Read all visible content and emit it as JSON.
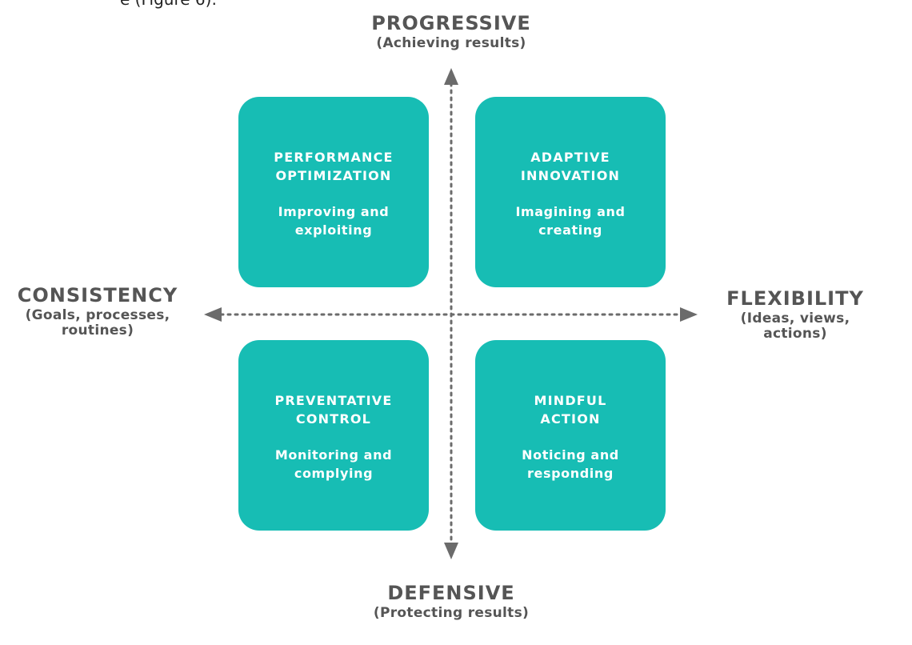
{
  "cropped_text": "e (Figure 6):",
  "axes": {
    "top": {
      "title": "PROGRESSIVE",
      "subtitle": "(Achieving results)"
    },
    "bottom": {
      "title": "DEFENSIVE",
      "subtitle": "(Protecting results)"
    },
    "left": {
      "title": "CONSISTENCY",
      "subtitle": "(Goals, processes,\nroutines)"
    },
    "right": {
      "title": "FLEXIBILITY",
      "subtitle": "(Ideas, views,\nactions)"
    }
  },
  "quadrants": {
    "top_left": {
      "title": "PERFORMANCE\nOPTIMIZATION",
      "subtitle": "Improving and\nexploiting"
    },
    "top_right": {
      "title": "ADAPTIVE\nINNOVATION",
      "subtitle": "Imagining and\ncreating"
    },
    "bottom_left": {
      "title": "PREVENTATIVE\nCONTROL",
      "subtitle": "Monitoring and\ncomplying"
    },
    "bottom_right": {
      "title": "MINDFUL\nACTION",
      "subtitle": "Noticing and\nresponding"
    }
  },
  "colors": {
    "quadrant_fill": "#17bdb4",
    "axis_color": "#6b6b6b",
    "label_color": "#555555"
  }
}
